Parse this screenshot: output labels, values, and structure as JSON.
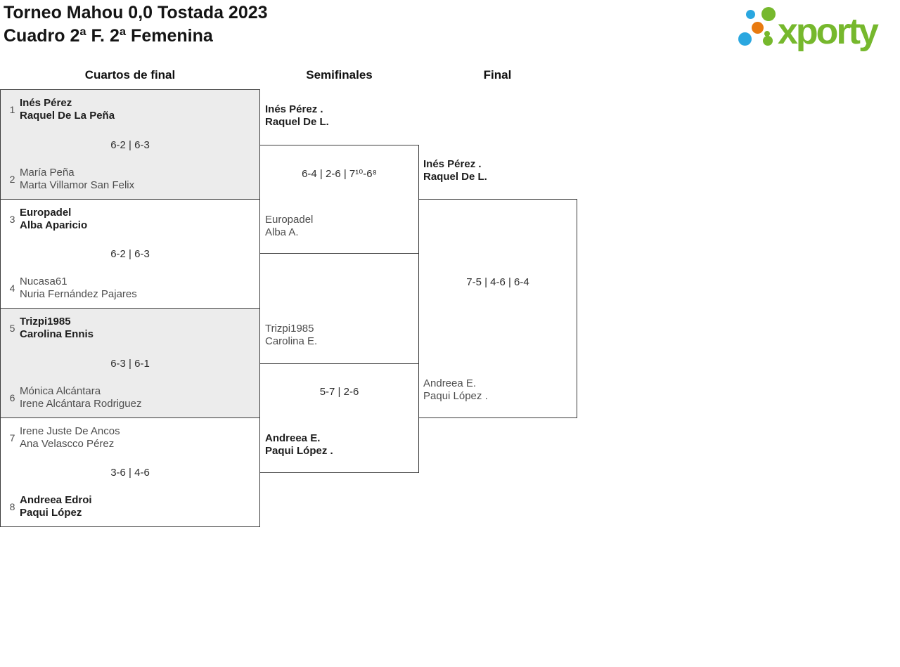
{
  "page": {
    "title_line1": "Torneo Mahou 0,0 Tostada 2023",
    "title_line2": "Cuadro 2ª F. 2ª Femenina"
  },
  "logo": {
    "text": "xporty",
    "colors": {
      "green": "#76b82d",
      "blue": "#2aa7e0",
      "orange": "#e87a10"
    }
  },
  "round_headers": {
    "quarterfinals": "Cuartos de final",
    "semifinals": "Semifinales",
    "final": "Final"
  },
  "quarterfinals": [
    {
      "shaded": true,
      "top_seed": "1",
      "top_line1": "Inés Pérez",
      "top_line2": "Raquel De La Peña",
      "top_winner": true,
      "score": "6-2 | 6-3",
      "bottom_seed": "2",
      "bottom_line1": "María Peña",
      "bottom_line2": "Marta Villamor San Felix",
      "bottom_winner": false
    },
    {
      "shaded": false,
      "top_seed": "3",
      "top_line1": "Europadel",
      "top_line2": "Alba Aparicio",
      "top_winner": true,
      "score": "6-2 | 6-3",
      "bottom_seed": "4",
      "bottom_line1": "Nucasa61",
      "bottom_line2": "Nuria Fernández Pajares",
      "bottom_winner": false
    },
    {
      "shaded": true,
      "top_seed": "5",
      "top_line1": "Trizpi1985",
      "top_line2": "Carolina Ennis",
      "top_winner": true,
      "score": "6-3 | 6-1",
      "bottom_seed": "6",
      "bottom_line1": "Mónica Alcántara",
      "bottom_line2": "Irene Alcántara Rodriguez",
      "bottom_winner": false
    },
    {
      "shaded": false,
      "top_seed": "7",
      "top_line1": "Irene Juste De Ancos",
      "top_line2": "Ana Velascco Pérez",
      "top_winner": false,
      "score": "3-6 | 4-6",
      "bottom_seed": "8",
      "bottom_line1": "Andreea Edroi",
      "bottom_line2": "Paqui López",
      "bottom_winner": true
    }
  ],
  "semifinals": [
    {
      "top_line1": "Inés Pérez .",
      "top_line2": "Raquel De L.",
      "top_winner": true,
      "score": "6-4 | 2-6 | 7¹⁰-6⁸",
      "bottom_line1": "Europadel",
      "bottom_line2": "Alba A.",
      "bottom_winner": false
    },
    {
      "top_line1": "Trizpi1985",
      "top_line2": "Carolina E.",
      "top_winner": false,
      "score": "5-7 | 2-6",
      "bottom_line1": "Andreea E.",
      "bottom_line2": "Paqui López .",
      "bottom_winner": true
    }
  ],
  "final": {
    "top_line1": "Inés Pérez .",
    "top_line2": "Raquel De L.",
    "top_winner": true,
    "score": "7-5 | 4-6 | 6-4",
    "bottom_line1": "Andreea E.",
    "bottom_line2": "Paqui López .",
    "bottom_winner": false
  }
}
